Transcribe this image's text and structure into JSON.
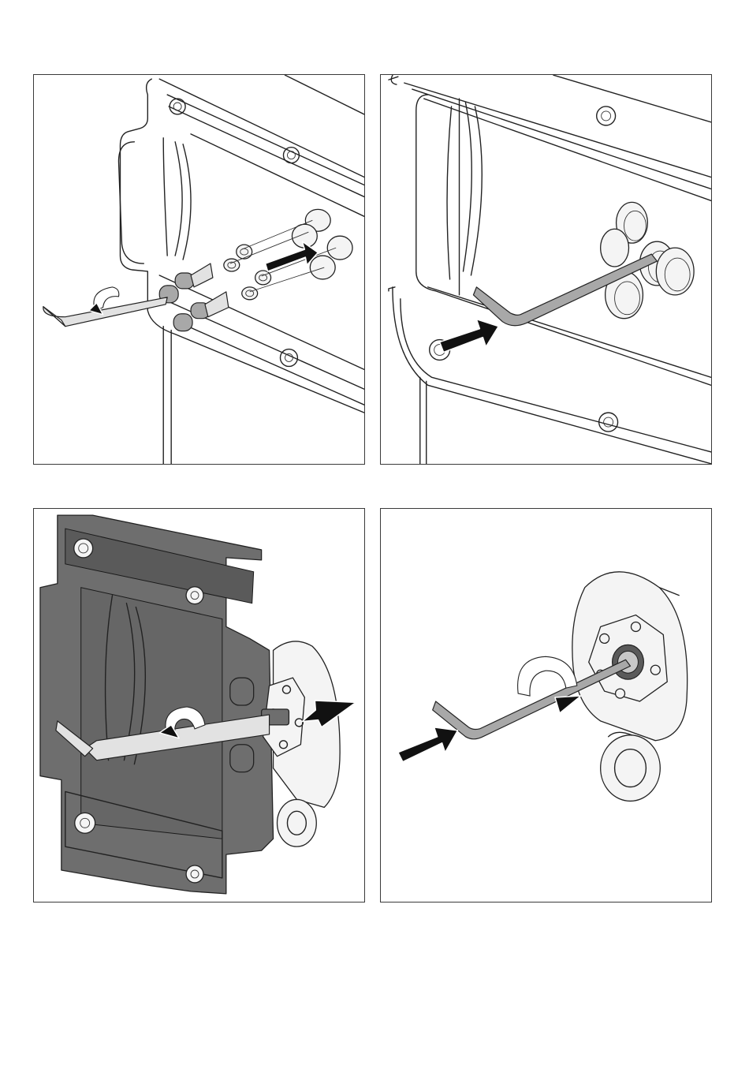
{
  "document": {
    "figures": [
      {
        "id": "step-1"
      },
      {
        "id": "step-2"
      },
      {
        "id": "step-3"
      },
      {
        "id": "step-4"
      }
    ]
  }
}
